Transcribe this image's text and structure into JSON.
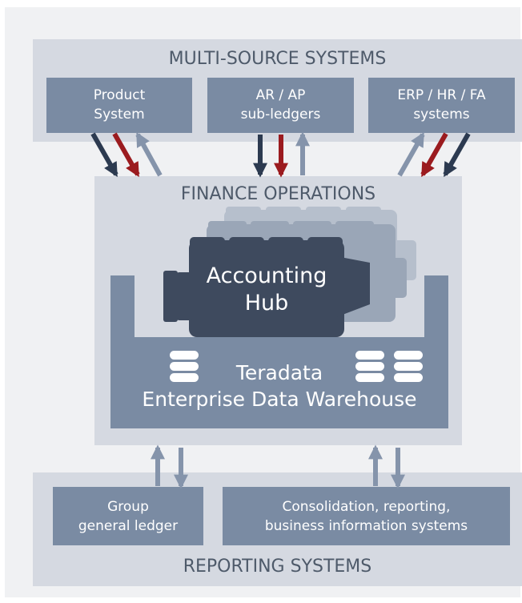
{
  "multi_source": {
    "title": "MULTI-SOURCE SYSTEMS",
    "boxes": [
      {
        "line1": "Product",
        "line2": "System"
      },
      {
        "line1": "AR / AP",
        "line2": "sub-ledgers"
      },
      {
        "line1": "ERP / HR / FA",
        "line2": "systems"
      }
    ]
  },
  "finance_ops": {
    "title": "FINANCE OPERATIONS",
    "hub": {
      "line1": "Accounting",
      "line2": "Hub"
    },
    "warehouse": {
      "line1": "Teradata",
      "line2": "Enterprise Data Warehouse"
    }
  },
  "reporting": {
    "title": "REPORTING SYSTEMS",
    "boxes": [
      {
        "line1": "Group",
        "line2": "general ledger"
      },
      {
        "line1": "Consolidation, reporting,",
        "line2": "business information systems"
      }
    ]
  },
  "colors": {
    "background": "#f0f1f3",
    "panel": "#d5d9e1",
    "box": "#7a8ba3",
    "box_text": "#ffffff",
    "title_text": "#4e5a6a",
    "hub_dark": "#3e4a5e",
    "arrow_navy": "#2c3a50",
    "arrow_red": "#9b1b1f",
    "arrow_gray": "#8594ab"
  }
}
